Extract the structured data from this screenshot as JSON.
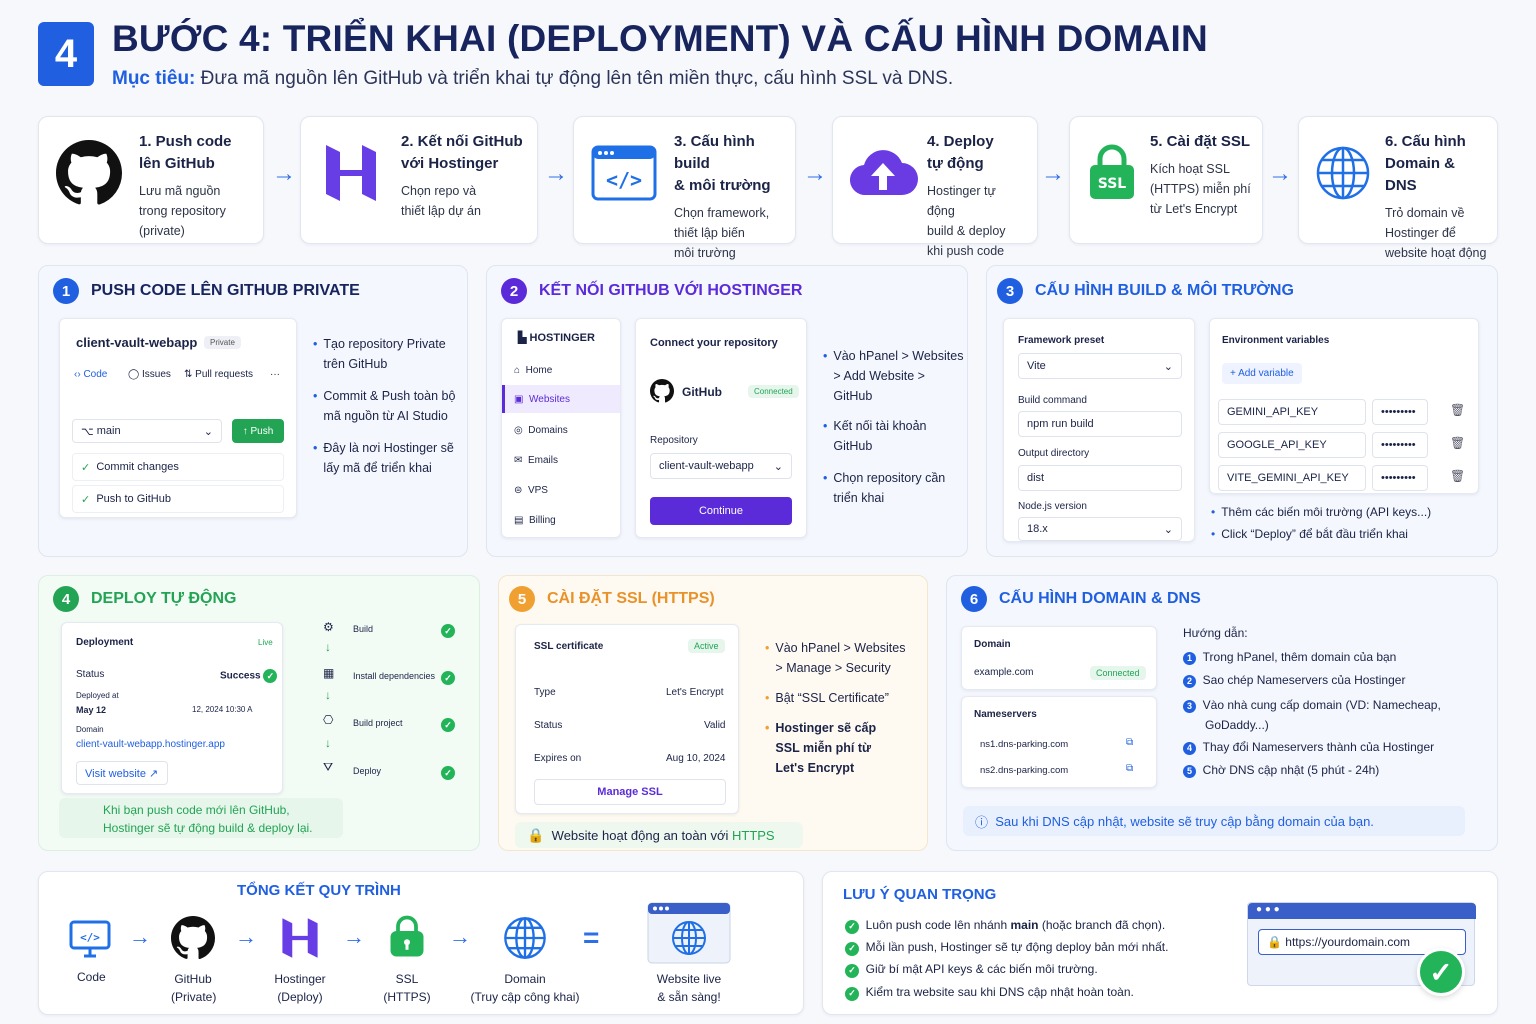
{
  "header": {
    "number": "4",
    "title": "BƯỚC 4: TRIỂN KHAI (DEPLOYMENT) VÀ CẤU HÌNH DOMAIN",
    "sub_label": "Mục tiêu:",
    "sub_text": " Đưa mã nguồn lên GitHub và triển khai tự động lên tên miền thực, cấu hình SSL và DNS."
  },
  "steps": [
    {
      "t1": "1. Push code",
      "t2": "lên GitHub",
      "d": [
        "Lưu mã nguồn",
        "trong repository",
        "(private)"
      ]
    },
    {
      "t1": "2. Kết nối GitHub",
      "t2": "với Hostinger",
      "d": [
        "Chọn repo và",
        "thiết lập dự án"
      ]
    },
    {
      "t1": "3. Cấu hình build",
      "t2": "& môi trường",
      "d": [
        "Chọn framework,",
        "thiết lập biến",
        "môi trường"
      ]
    },
    {
      "t1": "4. Deploy",
      "t2": "tự động",
      "d": [
        "Hostinger tự động",
        "build & deploy",
        "khi push code"
      ]
    },
    {
      "t1": "5. Cài đặt SSL",
      "t2": "",
      "d": [
        "Kích hoạt SSL",
        "(HTTPS) miễn phí",
        "từ Let's Encrypt"
      ]
    },
    {
      "t1": "6. Cấu hình",
      "t2": "Domain & DNS",
      "d": [
        "Trỏ domain về",
        "Hostinger để",
        "website hoạt động"
      ]
    }
  ],
  "p1": {
    "n": "1",
    "title": "PUSH CODE LÊN GITHUB PRIVATE",
    "repo": "client-vault-webapp",
    "private": "Private",
    "tab_code": "Code",
    "tab_issues": "Issues",
    "tab_pr": "Pull requests",
    "more": "···",
    "branch": "main",
    "push": "Push",
    "commit": "Commit changes",
    "push_gh": "Push to GitHub",
    "bullets": [
      [
        "Tạo repository Private",
        "trên GitHub"
      ],
      [
        "Commit & Push toàn bộ",
        "mã nguồn từ AI Studio"
      ],
      [
        "Đây là nơi Hostinger sẽ",
        "lấy mã để triển khai"
      ]
    ]
  },
  "p2": {
    "n": "2",
    "title": "KẾT NỐI GITHUB VỚI HOSTINGER",
    "brand": "HOSTINGER",
    "nav": [
      "Home",
      "Websites",
      "Domains",
      "Emails",
      "VPS",
      "Billing"
    ],
    "connect": "Connect your repository",
    "github": "GitHub",
    "connected": "Connected",
    "repo_label": "Repository",
    "repo": "client-vault-webapp",
    "continue": "Continue",
    "bullets": [
      [
        "Vào hPanel > Websites",
        "> Add Website >",
        "GitHub"
      ],
      [
        "Kết nối tài khoản",
        "GitHub"
      ],
      [
        "Chọn repository cần",
        "triển khai"
      ]
    ]
  },
  "p3": {
    "n": "3",
    "title": "CẤU HÌNH BUILD & MÔI TRƯỜNG",
    "fp": "Framework preset",
    "vite": "Vite",
    "bc": "Build command",
    "bcv": "npm run build",
    "od": "Output directory",
    "odv": "dist",
    "nv": "Node.js version",
    "nvv": "18.x",
    "env": "Environment variables",
    "add": "+ Add variable",
    "keys": [
      "GEMINI_API_KEY",
      "GOOGLE_API_KEY",
      "VITE_GEMINI_API_KEY"
    ],
    "mask": "•••••••••",
    "bullets": [
      "Thêm các biến môi trường (API keys...)",
      "Click “Deploy” để bắt đầu triển khai"
    ]
  },
  "p4": {
    "n": "4",
    "title": "DEPLOY TỰ ĐỘNG",
    "deployment": "Deployment",
    "live": "Live",
    "status_l": "Status",
    "status_v": "Success",
    "deployed_at": "Deployed at",
    "date": "May 12",
    "time": "12, 2024 10:30 A",
    "domain_l": "Domain",
    "domain": "client-vault-webapp.hostinger.app",
    "visit": "Visit website ↗",
    "flow": [
      "Build",
      "Install dependencies",
      "Build project",
      "Deploy"
    ],
    "note1": "Khi bạn push code mới lên GitHub,",
    "note2": "Hostinger sẽ tự động build & deploy lại."
  },
  "p5": {
    "n": "5",
    "title": "CÀI ĐẶT SSL (HTTPS)",
    "cert": "SSL certificate",
    "active": "Active",
    "type_l": "Type",
    "type_v": "Let's Encrypt",
    "status_l": "Status",
    "status_v": "Valid",
    "exp_l": "Expires on",
    "exp_v": "Aug 10, 2024",
    "manage": "Manage SSL",
    "b1": [
      "Vào hPanel > Websites",
      "> Manage > Security"
    ],
    "b2": "Bật “SSL Certificate”",
    "b3": [
      "Hostinger sẽ cấp",
      "SSL miễn phí từ",
      "Let's Encrypt"
    ],
    "safe": "Website hoạt động an toàn với ",
    "https": "HTTPS"
  },
  "p6": {
    "n": "6",
    "title": "CẤU HÌNH DOMAIN & DNS",
    "domain_l": "Domain",
    "domain": "example.com",
    "connected": "Connected",
    "ns_l": "Nameservers",
    "ns": [
      "ns1.dns-parking.com",
      "ns2.dns-parking.com"
    ],
    "guide": "Hướng dẫn:",
    "steps": [
      [
        "Trong hPanel, thêm domain của bạn"
      ],
      [
        "Sao chép Nameservers của Hostinger"
      ],
      [
        "Vào nhà cung cấp domain (VD: Namecheap,",
        "GoDaddy...)"
      ],
      [
        "Thay đổi Nameservers thành của Hostinger"
      ],
      [
        "Chờ DNS cập nhật (5 phút - 24h)"
      ]
    ],
    "info": "Sau khi DNS cập nhật, website sẽ truy cập bằng domain của bạn."
  },
  "summary": {
    "title": "TỔNG KẾT QUY TRÌNH",
    "items": [
      [
        "Code",
        ""
      ],
      [
        "GitHub",
        "(Private)"
      ],
      [
        "Hostinger",
        "(Deploy)"
      ],
      [
        "SSL",
        "(HTTPS)"
      ],
      [
        "Domain",
        "(Truy cập công khai)"
      ],
      [
        "Website live",
        "& sẵn sàng!"
      ]
    ]
  },
  "notes": {
    "title": "LƯU Ý QUAN TRỌNG",
    "l1a": "Luôn push code lên nhánh ",
    "l1b": "main",
    "l1c": " (hoặc branch đã chọn).",
    "items": [
      "Mỗi lần push, Hostinger sẽ tự động deploy bản mới nhất.",
      "Giữ bí mật API keys & các biến môi trường.",
      "Kiểm tra website sau khi DNS cập nhật hoàn toàn."
    ],
    "url": "https://yourdomain.com"
  },
  "colors": {
    "blue": "#1f5fe0",
    "purple": "#5b2bd9",
    "green": "#23a455",
    "orange": "#f0a030"
  }
}
